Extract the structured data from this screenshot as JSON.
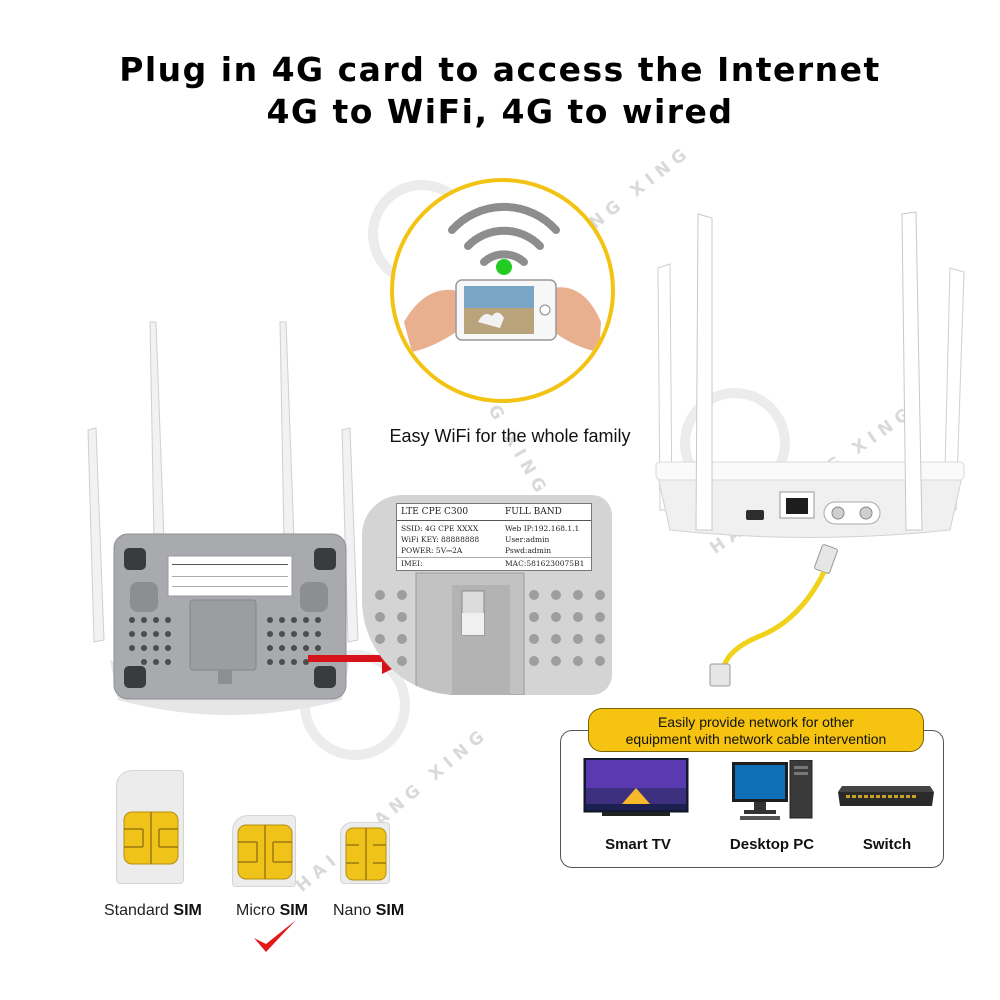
{
  "headline": {
    "line1": "Plug in 4G card to access the Internet",
    "line2": "4G to WiFi, 4G to wired"
  },
  "wifi_caption": "Easy WiFi for the whole family",
  "label": {
    "line1_left": "LTE CPE C300",
    "line1_right": "FULL BAND",
    "ssid": "SSID: 4G CPE XXXX",
    "web_ip": "Web IP:192.168.1.1",
    "wifi_key": "WiFi KEY: 88888888",
    "user": "User:admin",
    "power": "POWER: 5V⎓2A",
    "pswd": "Pswd:admin",
    "imei": "IMEI:",
    "mac": "MAC:5816230075B1"
  },
  "devices": {
    "banner_line1": "Easily provide network for other",
    "banner_line2": "equipment with network cable intervention",
    "items": [
      {
        "label": "Smart TV"
      },
      {
        "label": "Desktop PC"
      },
      {
        "label": "Switch"
      }
    ]
  },
  "sims": [
    {
      "prefix": "Standard ",
      "bold": "SIM"
    },
    {
      "prefix": "Micro ",
      "bold": "SIM"
    },
    {
      "prefix": "Nano ",
      "bold": "SIM"
    }
  ],
  "watermark": {
    "text1": "HAI CHANG XING",
    "text2": "HAI CHANG XING",
    "text3": "HAI CHANG XING",
    "text4": "HAI CHANG XING"
  },
  "colors": {
    "accent_yellow": "#f5c310",
    "chip_gold": "#f0c31a",
    "router_grey": "#a9aaad",
    "router_white": "#f4f4f4",
    "arrow_red": "#d6121b",
    "check_red": "#e01b1b",
    "wifi_dot": "#22cc22"
  },
  "icons": {
    "wifi": "wifi-icon",
    "arrow": "arrow-right-icon",
    "check": "checkmark-icon"
  }
}
